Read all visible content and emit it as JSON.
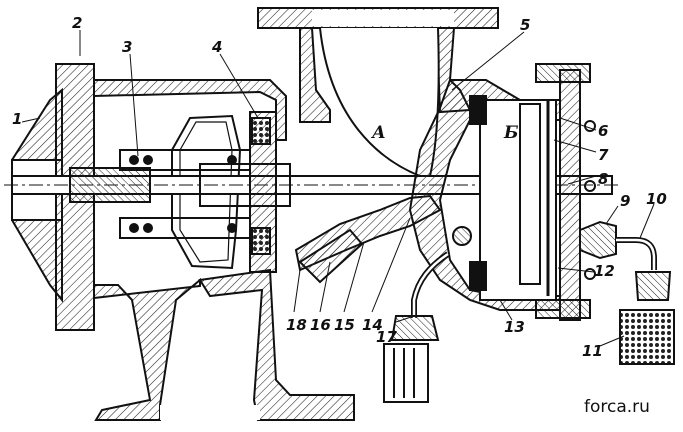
{
  "diagram": {
    "part_labels": [
      "1",
      "2",
      "3",
      "4",
      "5",
      "6",
      "7",
      "8",
      "9",
      "10",
      "11",
      "12",
      "13",
      "14",
      "15",
      "16",
      "17",
      "18"
    ],
    "chamber_labels": {
      "a": "А",
      "b": "Б"
    },
    "watermark": "forca.ru"
  }
}
